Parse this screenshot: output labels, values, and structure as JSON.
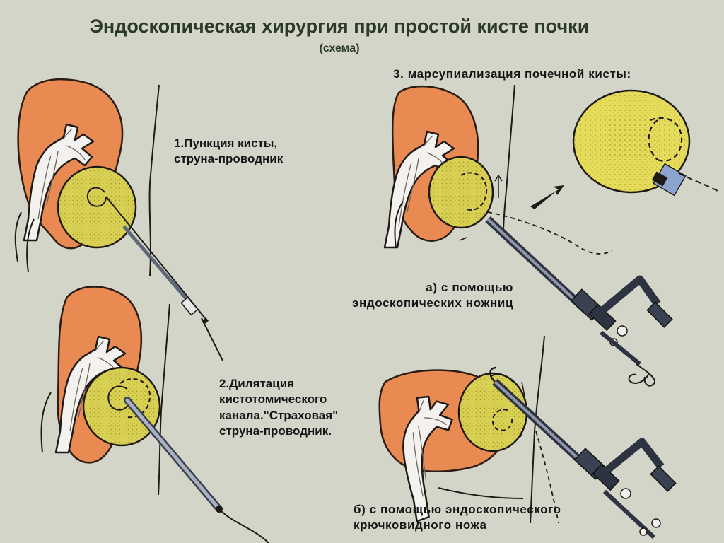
{
  "title": "Эндоскопическая хирургия при простой кисте почки",
  "subtitle": "(схема)",
  "steps": {
    "step1": {
      "line1": "1.Пункция кисты,",
      "line2": "струна-проводник"
    },
    "step2": {
      "line1": "2.Дилятация",
      "line2": "кистотомического",
      "line3": "канала.\"Страховая\"",
      "line4": "струна-проводник."
    },
    "step3": {
      "heading": "3. марсупиализация почечной кисты:"
    },
    "option_a": {
      "line1": "а) с помощью",
      "line2": "эндоскопических ножниц"
    },
    "option_b": {
      "line1": "б) с помощью эндоскопического",
      "line2": "крючковидного ножа"
    }
  },
  "colors": {
    "background": "#d3d5c8",
    "kidney": "#e88a52",
    "kidney_outline": "#2c1d14",
    "cyst": "#d9d154",
    "cyst_dots": "#b1a634",
    "instrument": "#3a4150",
    "title_text": "#2b3a26"
  },
  "icons": [
    "kidney-illustration",
    "cyst-illustration",
    "guidewire",
    "dilator",
    "endoscope",
    "scissors-icon",
    "hook-knife-icon",
    "arrow-icon"
  ]
}
